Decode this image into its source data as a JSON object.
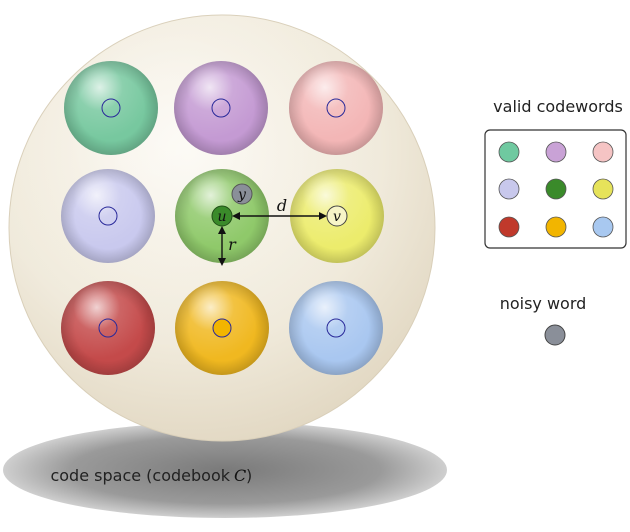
{
  "labels": {
    "valid_codewords": "valid codewords",
    "noisy_word": "noisy word",
    "code_space": "code space (codebook",
    "codebook_symbol": "C",
    "close_paren": ")",
    "u": "u",
    "v": "v",
    "y": "y",
    "d": "d",
    "r": "r"
  },
  "colors": {
    "codewords": [
      "#6fc9a0",
      "#c9a2d6",
      "#f5c4c4",
      "#c8c8ec",
      "#3a8a2a",
      "#e6e35a",
      "#c0392b",
      "#f2b500",
      "#a8c8f0"
    ],
    "spheres": [
      "#77c89f",
      "#c49ad3",
      "#f3b6b6",
      "#c9c9ee",
      "#8fc96a",
      "#ecec6c",
      "#c44a4a",
      "#f0b820",
      "#a9c7f0"
    ],
    "noisy_word": "#8a8f99",
    "code_space": "#f1ece0",
    "shadow": "#777777"
  }
}
